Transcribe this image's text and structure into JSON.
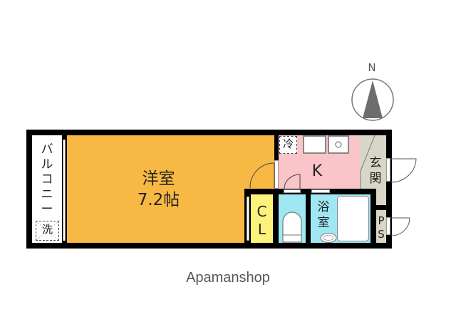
{
  "compass": {
    "label": "N"
  },
  "rooms": {
    "western_room": {
      "name": "洋室",
      "size": "7.2帖",
      "color": "#f7b944"
    },
    "balcony": {
      "name_chars": [
        "バ",
        "ル",
        "コ",
        "ニ",
        "ー"
      ],
      "color": "#ffffff"
    },
    "washer": {
      "label": "洗"
    },
    "kitchen": {
      "label": "K",
      "color": "#f9c5c8"
    },
    "fridge": {
      "label": "冷"
    },
    "entrance": {
      "chars": [
        "玄",
        "関"
      ],
      "color": "#d8d6c6"
    },
    "closet": {
      "chars": [
        "C",
        "L"
      ],
      "color": "#fdf37c"
    },
    "toilet": {
      "color": "#9fe7f3"
    },
    "bathroom": {
      "chars": [
        "浴",
        "室"
      ],
      "color": "#9fe7f3"
    },
    "ps": {
      "chars": [
        "P",
        "S"
      ],
      "color": "#d8d6c6"
    }
  },
  "footer": {
    "brand": "Apamanshop"
  }
}
